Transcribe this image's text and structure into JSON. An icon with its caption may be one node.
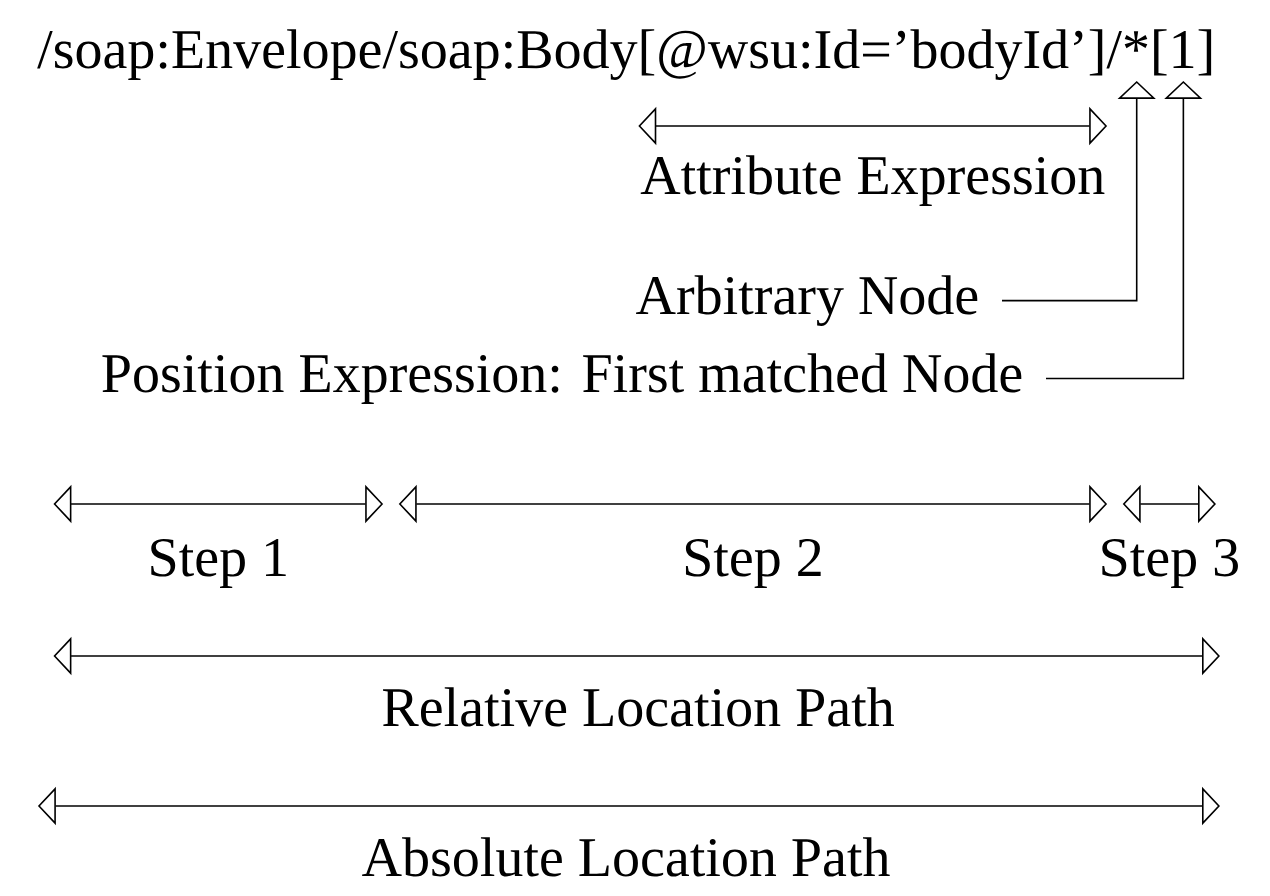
{
  "diagram": {
    "nodes": [
      {
        "text": [
          "/soap:Envelope/soap:Body[@wsu:Id=’bodyId’]/*[1]"
        ]
      },
      {
        "text": [
          "Arbitrary Node"
        ]
      },
      {
        "text": [
          "Position Expression: First matched Node"
        ]
      }
    ],
    "edges": [
      {
        "from": 1,
        "to": 0,
        "arrow": "to"
      },
      {
        "from": 2,
        "to": 0,
        "arrow": "to"
      }
    ],
    "labels": [
      "Attribute Expression",
      "Step 1",
      "Step 2",
      "Step 3",
      "Relative Location Path",
      "Absolute Location Path"
    ]
  }
}
